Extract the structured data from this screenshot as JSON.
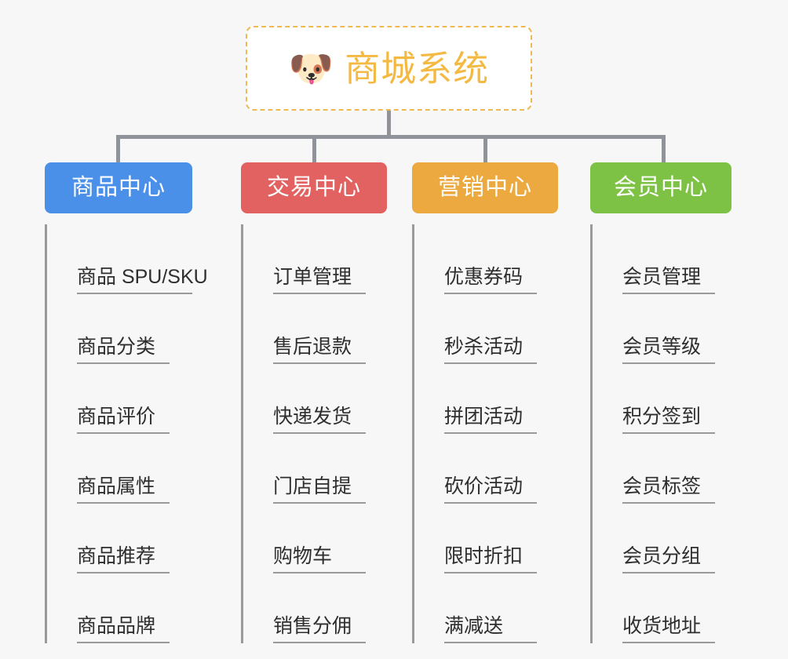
{
  "page": {
    "background_color": "#f7f7f7",
    "line_color": "#909399"
  },
  "root": {
    "icon": "shiba-dog-emoji",
    "emoji": "🐶",
    "title": "商城系统",
    "title_color": "#f3b942",
    "border_color": "#f0b755",
    "border_style": "dashed"
  },
  "categories": [
    {
      "label": "商品中心",
      "color": "#4a90e8",
      "items": [
        {
          "label": "商品 SPU/SKU"
        },
        {
          "label": "商品分类"
        },
        {
          "label": "商品评价"
        },
        {
          "label": "商品属性"
        },
        {
          "label": "商品推荐"
        },
        {
          "label": "商品品牌"
        }
      ]
    },
    {
      "label": "交易中心",
      "color": "#e26262",
      "items": [
        {
          "label": "订单管理"
        },
        {
          "label": "售后退款"
        },
        {
          "label": "快递发货"
        },
        {
          "label": "门店自提"
        },
        {
          "label": "购物车"
        },
        {
          "label": "销售分佣"
        }
      ]
    },
    {
      "label": "营销中心",
      "color": "#eca93f",
      "items": [
        {
          "label": "优惠券码"
        },
        {
          "label": "秒杀活动"
        },
        {
          "label": "拼团活动"
        },
        {
          "label": "砍价活动"
        },
        {
          "label": "限时折扣"
        },
        {
          "label": "满减送"
        }
      ]
    },
    {
      "label": "会员中心",
      "color": "#7dc244",
      "items": [
        {
          "label": "会员管理"
        },
        {
          "label": "会员等级"
        },
        {
          "label": "积分签到"
        },
        {
          "label": "会员标签"
        },
        {
          "label": "会员分组"
        },
        {
          "label": "收货地址"
        }
      ]
    }
  ]
}
